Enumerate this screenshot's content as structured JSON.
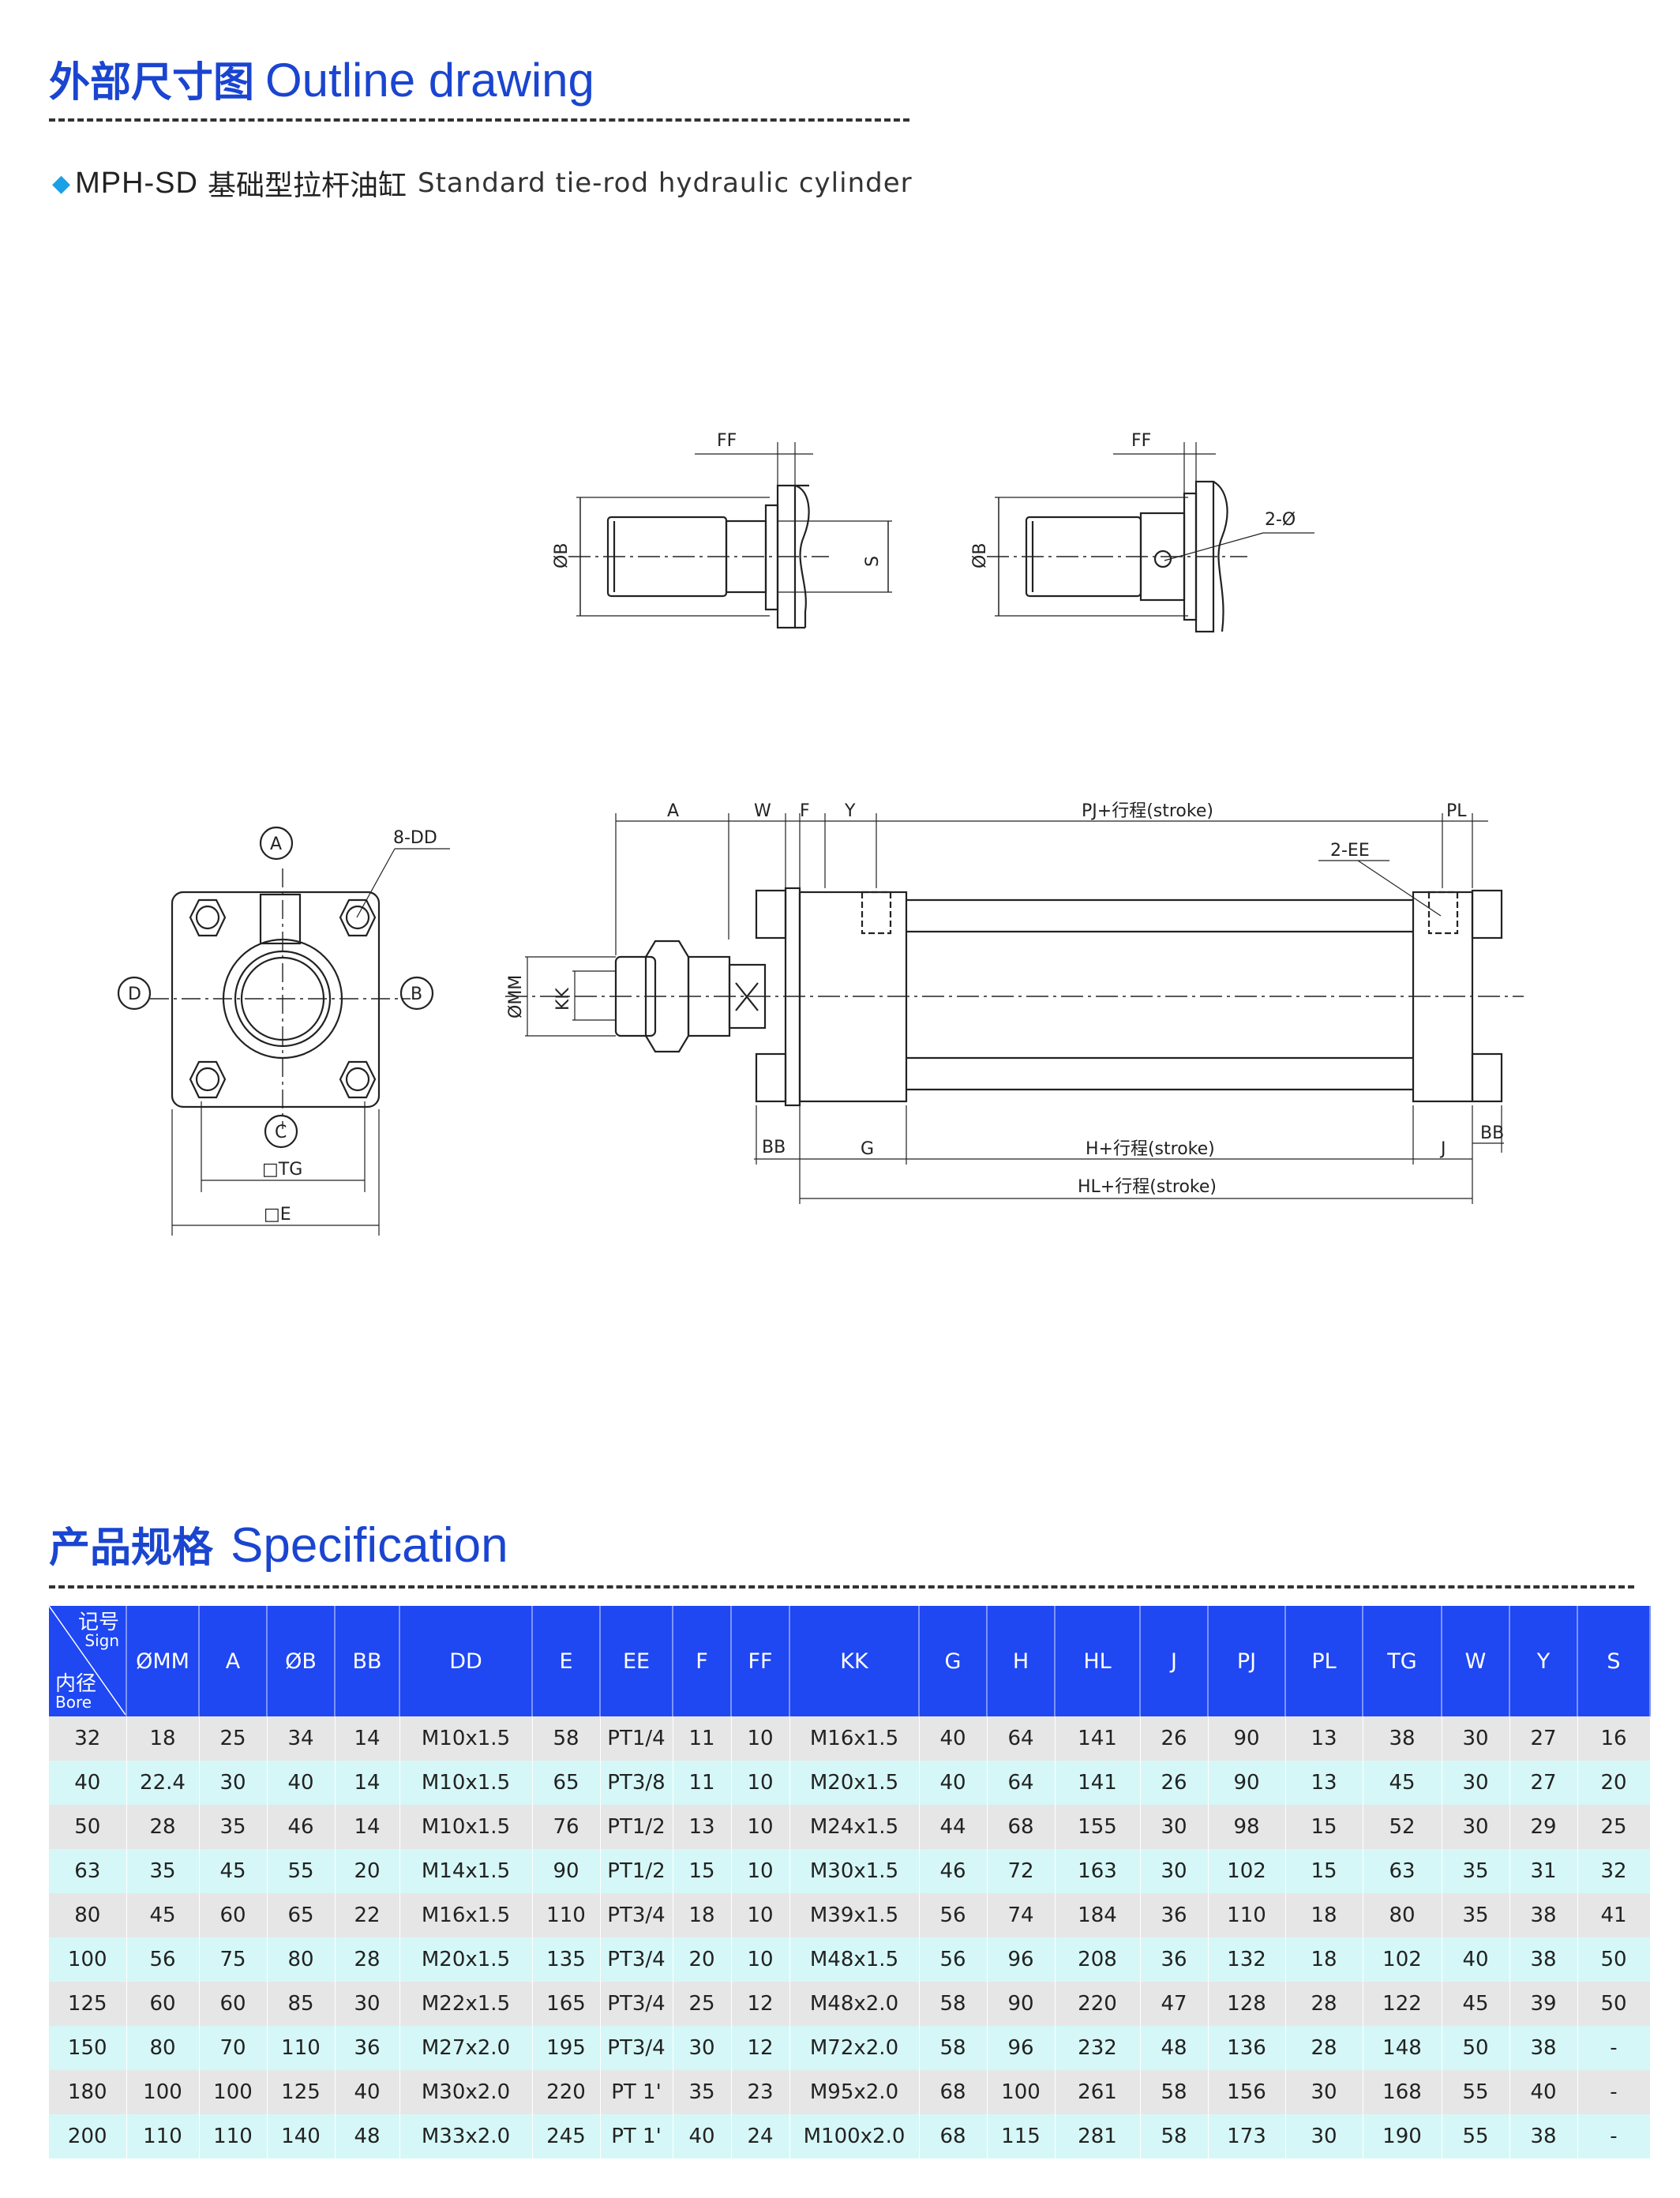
{
  "outline": {
    "title_zh": "外部尺寸图",
    "title_en": "Outline drawing"
  },
  "product": {
    "model": "MPH-SD",
    "name_zh": "基础型拉杆油缸",
    "name_en": "Standard tie-rod hydraulic cylinder"
  },
  "drawing_labels": {
    "ff": "FF",
    "ob": "ØB",
    "s": "S",
    "two_phi": "2-Ø",
    "a_circle": "A",
    "b_circle": "B",
    "c_circle": "C",
    "d_circle": "D",
    "dd": "8-DD",
    "tg": "□TG",
    "e": "□E",
    "dim_a": "A",
    "dim_w": "W",
    "dim_f": "F",
    "dim_y": "Y",
    "pj": "PJ+行程(stroke)",
    "pl": "PL",
    "ee": "2-EE",
    "omm": "ØMM",
    "kk": "KK",
    "bb": "BB",
    "g": "G",
    "h": "H+行程(stroke)",
    "j": "J",
    "hl": "HL+行程(stroke)"
  },
  "spec": {
    "title_zh": "产品规格",
    "title_en": "Specification",
    "corner": {
      "sign_zh": "记号",
      "sign_en": "Sign",
      "bore_zh": "内径",
      "bore_en": "Bore"
    },
    "columns": [
      "ØMM",
      "A",
      "ØB",
      "BB",
      "DD",
      "E",
      "EE",
      "F",
      "FF",
      "KK",
      "G",
      "H",
      "HL",
      "J",
      "PJ",
      "PL",
      "TG",
      "W",
      "Y",
      "S"
    ],
    "rows": [
      [
        "32",
        "18",
        "25",
        "34",
        "14",
        "M10x1.5",
        "58",
        "PT1/4",
        "11",
        "10",
        "M16x1.5",
        "40",
        "64",
        "141",
        "26",
        "90",
        "13",
        "38",
        "30",
        "27",
        "16"
      ],
      [
        "40",
        "22.4",
        "30",
        "40",
        "14",
        "M10x1.5",
        "65",
        "PT3/8",
        "11",
        "10",
        "M20x1.5",
        "40",
        "64",
        "141",
        "26",
        "90",
        "13",
        "45",
        "30",
        "27",
        "20"
      ],
      [
        "50",
        "28",
        "35",
        "46",
        "14",
        "M10x1.5",
        "76",
        "PT1/2",
        "13",
        "10",
        "M24x1.5",
        "44",
        "68",
        "155",
        "30",
        "98",
        "15",
        "52",
        "30",
        "29",
        "25"
      ],
      [
        "63",
        "35",
        "45",
        "55",
        "20",
        "M14x1.5",
        "90",
        "PT1/2",
        "15",
        "10",
        "M30x1.5",
        "46",
        "72",
        "163",
        "30",
        "102",
        "15",
        "63",
        "35",
        "31",
        "32"
      ],
      [
        "80",
        "45",
        "60",
        "65",
        "22",
        "M16x1.5",
        "110",
        "PT3/4",
        "18",
        "10",
        "M39x1.5",
        "56",
        "74",
        "184",
        "36",
        "110",
        "18",
        "80",
        "35",
        "38",
        "41"
      ],
      [
        "100",
        "56",
        "75",
        "80",
        "28",
        "M20x1.5",
        "135",
        "PT3/4",
        "20",
        "10",
        "M48x1.5",
        "56",
        "96",
        "208",
        "36",
        "132",
        "18",
        "102",
        "40",
        "38",
        "50"
      ],
      [
        "125",
        "60",
        "60",
        "85",
        "30",
        "M22x1.5",
        "165",
        "PT3/4",
        "25",
        "12",
        "M48x2.0",
        "58",
        "90",
        "220",
        "47",
        "128",
        "28",
        "122",
        "45",
        "39",
        "50"
      ],
      [
        "150",
        "80",
        "70",
        "110",
        "36",
        "M27x2.0",
        "195",
        "PT3/4",
        "30",
        "12",
        "M72x2.0",
        "58",
        "96",
        "232",
        "48",
        "136",
        "28",
        "148",
        "50",
        "38",
        "-"
      ],
      [
        "180",
        "100",
        "100",
        "125",
        "40",
        "M30x2.0",
        "220",
        "PT 1'",
        "35",
        "23",
        "M95x2.0",
        "68",
        "100",
        "261",
        "58",
        "156",
        "30",
        "168",
        "55",
        "40",
        "-"
      ],
      [
        "200",
        "110",
        "110",
        "140",
        "48",
        "M33x2.0",
        "245",
        "PT 1'",
        "40",
        "24",
        "M100x2.0",
        "68",
        "115",
        "281",
        "58",
        "173",
        "30",
        "190",
        "55",
        "38",
        "-"
      ]
    ]
  }
}
